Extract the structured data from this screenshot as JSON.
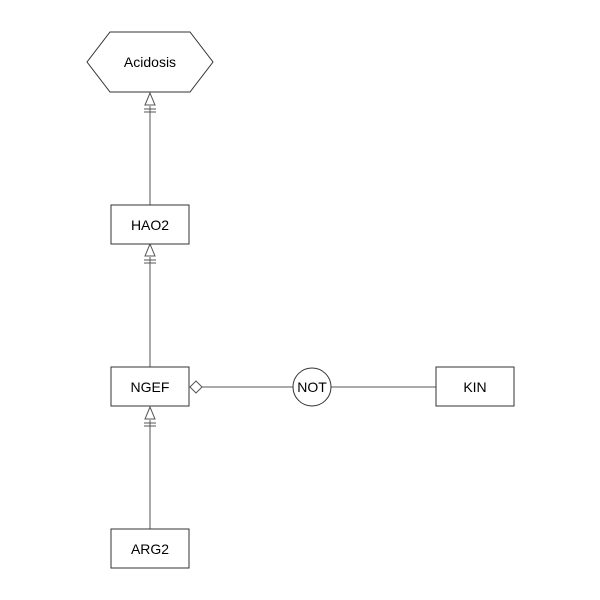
{
  "nodes": {
    "acidosis": {
      "label": "Acidosis"
    },
    "hao2": {
      "label": "HAO2"
    },
    "ngef": {
      "label": "NGEF"
    },
    "arg2": {
      "label": "ARG2"
    },
    "not_gate": {
      "label": "NOT"
    },
    "kin": {
      "label": "KIN"
    }
  },
  "edges": [
    {
      "from": "HAO2",
      "to": "Acidosis",
      "type": "stimulation"
    },
    {
      "from": "NGEF",
      "to": "HAO2",
      "type": "stimulation"
    },
    {
      "from": "ARG2",
      "to": "NGEF",
      "type": "stimulation"
    },
    {
      "from": "KIN",
      "to": "NOT",
      "type": "logic-input"
    },
    {
      "from": "NOT",
      "to": "NGEF",
      "type": "modulation"
    }
  ],
  "colors": {
    "stroke": "#333333",
    "line": "#555555",
    "fill": "#ffffff",
    "text": "#000000"
  }
}
